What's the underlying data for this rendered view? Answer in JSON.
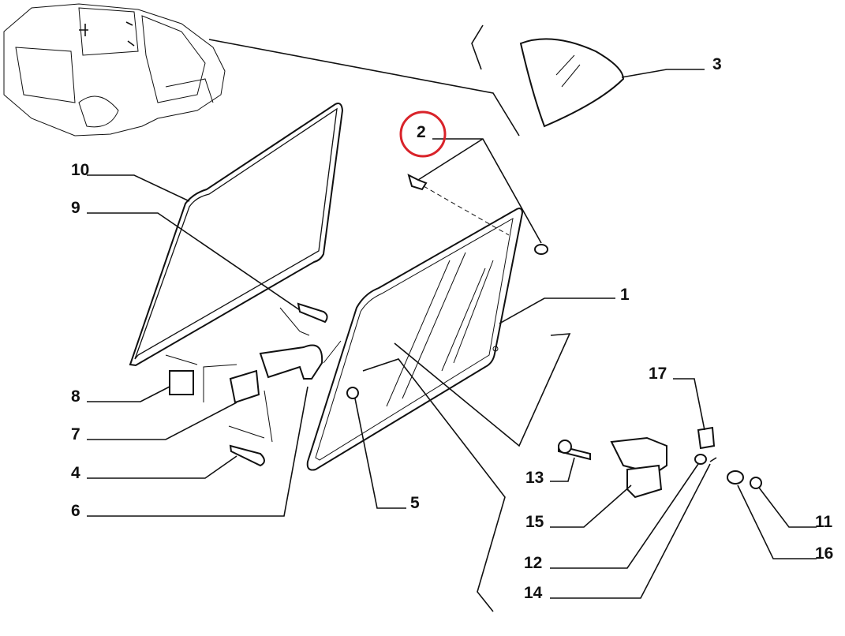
{
  "diagram": {
    "highlight_color": "#d9232a",
    "highlighted_part": "2",
    "callouts": {
      "p1": "1",
      "p2": "2",
      "p3": "3",
      "p4": "4",
      "p5": "5",
      "p6": "6",
      "p7": "7",
      "p8": "8",
      "p9": "9",
      "p10": "10",
      "p11": "11",
      "p12": "12",
      "p13": "13",
      "p14": "14",
      "p15": "15",
      "p16": "16",
      "p17": "17"
    }
  }
}
